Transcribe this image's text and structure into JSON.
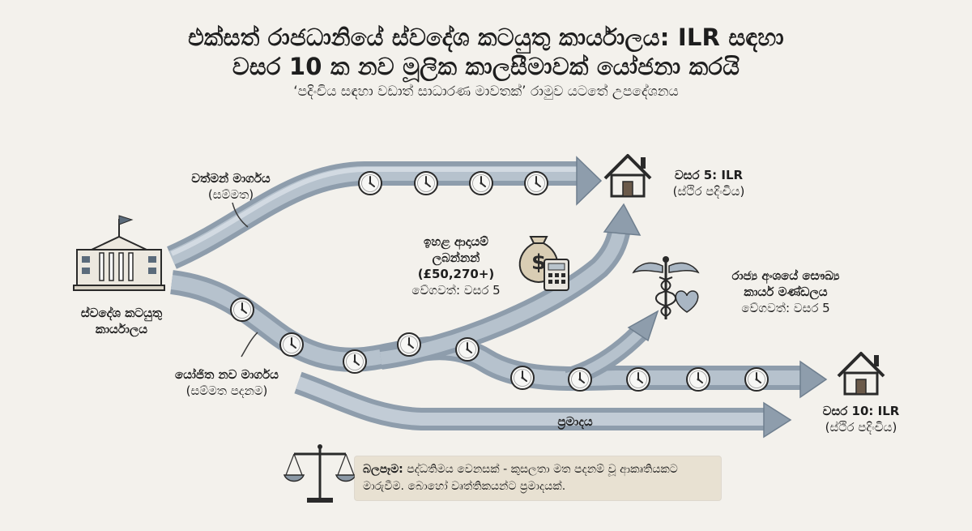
{
  "header": {
    "title_line1": "එක්සත් රාජධානියේ ස්වදේශ කටයුතු කාර්යාලය: ILR සඳහා",
    "title_line2": "වසර 10 ක නව මූලික කාලසීමාවක් යෝජනා කරයි",
    "subtitle": "‘පදිංචිය සඳහා වඩාත් සාධාරණ මාවතක්’ රාමුව යටතේ උපදේශනය"
  },
  "nodes": {
    "home_office": "ස්වදේශ කටයුතු\nකාර්යාලය",
    "current_route_title": "වත්මන් මාර්ගය",
    "current_route_sub": "(සම්මත)",
    "proposed_route_title": "යෝජිත නව මාර්ගය",
    "proposed_route_sub": "(සම්මත පදනම)",
    "high_earners_title": "ඉහළ ආදායම්\nලබන්නන්\n(£50,270+)",
    "high_earners_sub": "වේගවත්: වසර 5",
    "public_sector_title": "රාජ්‍ය අංශයේ සෞඛ්‍ය\nකාර්ය මණ්ඩලය",
    "public_sector_sub": "වේගවත්: වසර 5",
    "year5_title": "වසර 5: ILR",
    "year5_sub": "(ස්ථිර පදිංචිය)",
    "year10_title": "වසර 10: ILR",
    "year10_sub": "(ස්ථිර පදිංචිය)",
    "delay_label": "ප්‍රමාදය"
  },
  "impact_note": {
    "label": "බලපෑම:",
    "text": " පද්ධතිමය වෙනසක් - කුසලතා මත පදනම් වූ ආකෘතියකට මාරුවීම. බොහෝ වෘත්තිකයන්ට ප්‍රමාදයක්."
  },
  "colors": {
    "background": "#f3f1ec",
    "arrow_fill": "#9aa9b8",
    "arrow_light": "#c4cfd9",
    "ink": "#2a2a2a",
    "note_bg": "#e8e1d2"
  },
  "icons": [
    "government-building-icon",
    "house-icon",
    "clock-icon",
    "money-bag-icon",
    "calculator-icon",
    "caduceus-icon",
    "heart-icon",
    "scales-icon"
  ]
}
